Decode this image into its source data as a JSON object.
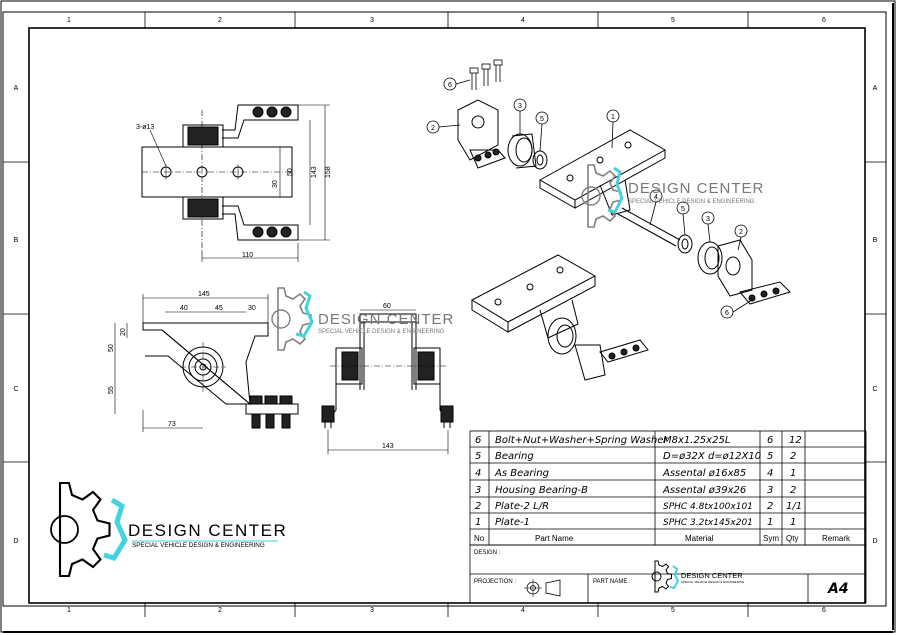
{
  "zones": {
    "columns": [
      "1",
      "2",
      "3",
      "4",
      "5",
      "6"
    ],
    "rows": [
      "A",
      "B",
      "C",
      "D"
    ]
  },
  "dims": {
    "holes": "3-ø13",
    "width110": "110",
    "h30": "30",
    "h50": "50",
    "h143": "143",
    "h158": "158",
    "w145": "145",
    "w40": "40",
    "w45": "45",
    "w30": "30",
    "v20": "20",
    "v50": "50",
    "v55": "55",
    "w73": "73",
    "w60": "60",
    "w143": "143"
  },
  "balloons": [
    "1",
    "2",
    "3",
    "4",
    "5",
    "6"
  ],
  "watermark": {
    "title": "DESIGN CENTER",
    "subtitle": "SPECIAL VEHICLE DESIGN & ENGINEERING"
  },
  "bom": {
    "headers": [
      "No",
      "Part Name",
      "Material",
      "Sym",
      "Qty",
      "Remark"
    ],
    "rows": [
      {
        "no": "6",
        "name": "Bolt+Nut+Washer+Spring Washer",
        "material": "M8x1.25x25L",
        "sym": "6",
        "qty": "12"
      },
      {
        "no": "5",
        "name": "Bearing",
        "material": "D=ø32X  d=ø12X10",
        "sym": "5",
        "qty": "2"
      },
      {
        "no": "4",
        "name": "As Bearing",
        "material": "Assental ø16x85",
        "sym": "4",
        "qty": "1"
      },
      {
        "no": "3",
        "name": "Housing Bearing-B",
        "material": "Assental ø39x26",
        "sym": "3",
        "qty": "2"
      },
      {
        "no": "2",
        "name": "Plate-2 L/R",
        "material": "SPHC 4.8tx100x101",
        "sym": "2",
        "qty": "1/1"
      },
      {
        "no": "1",
        "name": "Plate-1",
        "material": "SPHC  3.2tx145x201",
        "sym": "1",
        "qty": "1"
      }
    ]
  },
  "titleblock": {
    "design_label": "DESIGN :",
    "projection_label": "PROJECTION :",
    "partname_label": "PART NAME :",
    "size": "A4",
    "logo_title": "DESIGN CENTER",
    "logo_subtitle": "SPECIAL VEHICLE DESIGN & ENGINEERING"
  },
  "colors": {
    "accent": "#3fd4e0",
    "line": "#000000",
    "gray": "#808080"
  }
}
